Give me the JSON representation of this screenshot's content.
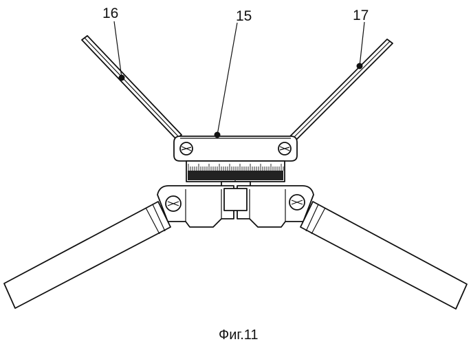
{
  "figure": {
    "caption": "Фиг.11",
    "labels": {
      "rod_left": "16",
      "body_top": "15",
      "rod_right": "17"
    }
  },
  "colors": {
    "line": "#111111",
    "background": "#ffffff",
    "scale": "#222222"
  }
}
